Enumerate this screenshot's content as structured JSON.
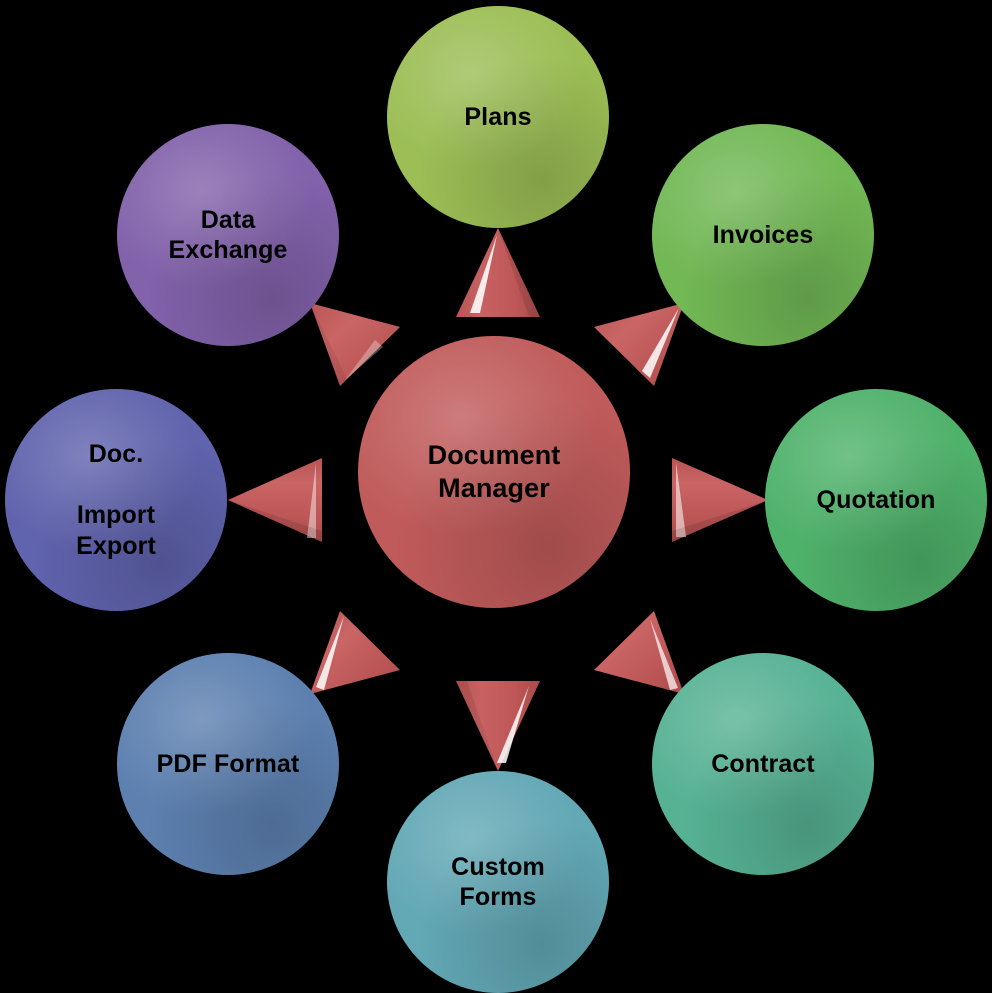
{
  "diagram": {
    "title": "Document Manager",
    "type": "hub-and-spoke",
    "background_color": "#000000",
    "arrow_color": "#C05B5B",
    "label_color": "#000000",
    "center": {
      "id": "document-manager",
      "label": "Document\nManager",
      "color": "#C05B5B"
    },
    "nodes": [
      {
        "id": "plans",
        "label": "Plans",
        "color": "#9CBE55",
        "angle": 90,
        "arrow_name": "arrow-to-plans"
      },
      {
        "id": "invoices",
        "label": "Invoices",
        "color": "#72B855",
        "angle": 45,
        "arrow_name": "arrow-to-invoices"
      },
      {
        "id": "quotation",
        "label": "Quotation",
        "color": "#4FB26B",
        "angle": 0,
        "arrow_name": "arrow-to-quotation"
      },
      {
        "id": "contract",
        "label": "Contract",
        "color": "#57B294",
        "angle": 315,
        "arrow_name": "arrow-to-contract"
      },
      {
        "id": "custom-forms",
        "label": "Custom\nForms",
        "color": "#62A8B5",
        "angle": 270,
        "arrow_name": "arrow-to-custom-forms"
      },
      {
        "id": "pdf-format",
        "label": "PDF Format",
        "color": "#5D80B0",
        "angle": 225,
        "arrow_name": "arrow-to-pdf-format"
      },
      {
        "id": "doc-import",
        "label": "Doc.\n\nImport\nExport",
        "color": "#6063AD",
        "angle": 180,
        "arrow_name": "arrow-to-doc-import-export"
      },
      {
        "id": "data-exchange",
        "label": "Data\nExchange",
        "color": "#8262AB",
        "angle": 135,
        "arrow_name": "arrow-to-data-exchange"
      }
    ]
  }
}
